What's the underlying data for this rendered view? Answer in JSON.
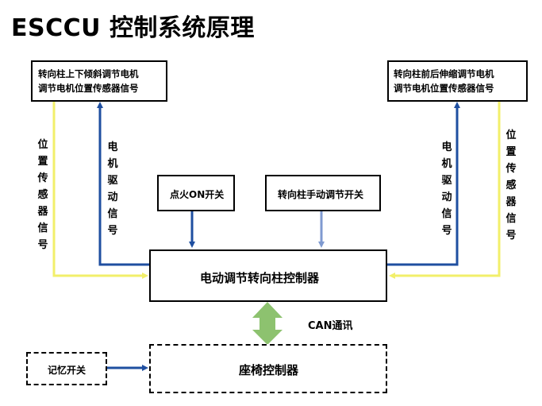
{
  "title": "ESCCU 控制系统原理",
  "boxes": {
    "tilt_motor": {
      "line1": "转向柱上下倾斜调节电机",
      "line2": "调节电机位置传感器信号"
    },
    "telescope_motor": {
      "line1": "转向柱前后伸缩调节电机",
      "line2": "调节电机位置传感器信号"
    },
    "ignition": "点火ON开关",
    "manual_switch": "转向柱手动调节开关",
    "controller": "电动调节转向柱控制器",
    "seat_controller": "座椅控制器",
    "memory_switch": "记忆开关"
  },
  "labels": {
    "left_sensor": "位置传感器信号",
    "left_drive": "电机驱动信号",
    "right_drive": "电机驱动信号",
    "right_sensor": "位置传感器信号",
    "can": "CAN通讯"
  },
  "colors": {
    "drive_signal": "#1f4fa0",
    "sensor_signal": "#f2ef6a",
    "manual_signal": "#7f9ad0",
    "can_bus": "#8dc26f"
  }
}
